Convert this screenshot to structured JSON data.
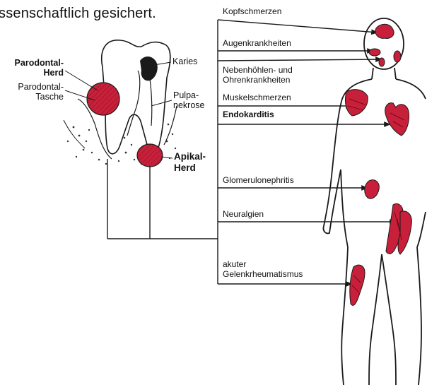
{
  "heading": "ssenschaftlich gesichert.",
  "tooth_labels": {
    "parodontal_herd": "Parodontal-\nHerd",
    "parodontal_tasche": "Parodontal-\nTasche",
    "karies": "Karies",
    "pulpanekrose": "Pulpa-\nnekrose",
    "apikal_herd": "Apikal-\nHerd"
  },
  "conditions": [
    {
      "label": "Kopfschmerzen",
      "bold": false
    },
    {
      "label": "Augenkrankheiten",
      "bold": false
    },
    {
      "label": "Nebenhöhlen- und\nOhrenkrankheiten",
      "bold": false
    },
    {
      "label": "Muskelschmerzen",
      "bold": false
    },
    {
      "label": "Endokarditis",
      "bold": true
    },
    {
      "label": "Glomerulonephritis",
      "bold": false
    },
    {
      "label": "Neuralgien",
      "bold": false
    },
    {
      "label": "akuter\nGelenkrheumatismus",
      "bold": false
    }
  ],
  "colors": {
    "lesion": "#c8203a",
    "line": "#1a1a1a"
  }
}
